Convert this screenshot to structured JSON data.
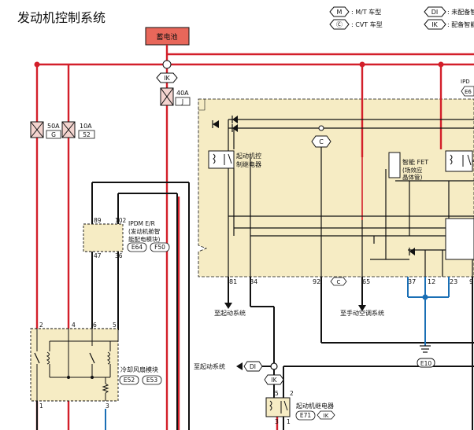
{
  "title": "发动机控制系统",
  "legend": {
    "m_symbol": "M",
    "m_text": ": M/T 车型",
    "c_symbol": "Ⓒ",
    "c_text": ": CVT 车型",
    "di_symbol": "DI",
    "di_text": ": 未配备智",
    "ik_symbol": "IK",
    "ik_text": ": 配备智能"
  },
  "battery_label": "蓄电池",
  "fuses": {
    "f50a_rating": "50A",
    "f50a_id": "G",
    "f10a_rating": "10A",
    "f10a_id": "52",
    "f40a_rating": "40A",
    "f40a_id": "J"
  },
  "connectors": {
    "ik_top": "IK",
    "c_mid": "C",
    "c_bottom": "C",
    "di_left": "DI",
    "ik_bottom": "IK",
    "ik_relay": "IK"
  },
  "ipdm_top_label": "IPD",
  "ipdm_top_code": "E6",
  "relay_ctrl_label": [
    "起动机控",
    "制继电器"
  ],
  "fet_label": [
    "智能 FET",
    "(场效应",
    "晶体管)"
  ],
  "ipdm_box": {
    "label": [
      "IPDM E/R",
      "(发动机舱智",
      "能配电模块)"
    ],
    "code1": "E64",
    "code2": "F50",
    "pin_89": "89",
    "pin_102": "102",
    "pin_47": "47",
    "pin_36": "36"
  },
  "pins_bottom": {
    "p81": "81",
    "p84": "84",
    "p92": "92",
    "p65": "65",
    "p37": "37",
    "p12": "12",
    "p23": "23",
    "p9": "9"
  },
  "to_starter_1": "至起动系统",
  "to_ac": "至手动空调系统",
  "to_starter_2": "至起动系统",
  "ground_code": "E10",
  "fan_module": {
    "label": "冷却风扇模块",
    "code1": "E52",
    "code2": "E53",
    "pin_2": "2",
    "pin_4": "4",
    "pin_6": "6",
    "pin_5": "5",
    "pin_1": "1",
    "pin_3": "3"
  },
  "starter_relay": {
    "label": "起动机继电器",
    "code": "E71",
    "pin_5": "5",
    "pin_2": "2",
    "pin_3": "3",
    "pin_1": "1"
  },
  "colors": {
    "red": "#d31f2a",
    "blue": "#1a6fb5",
    "beige": "#f6ecc4",
    "battery": "#e8675a"
  }
}
